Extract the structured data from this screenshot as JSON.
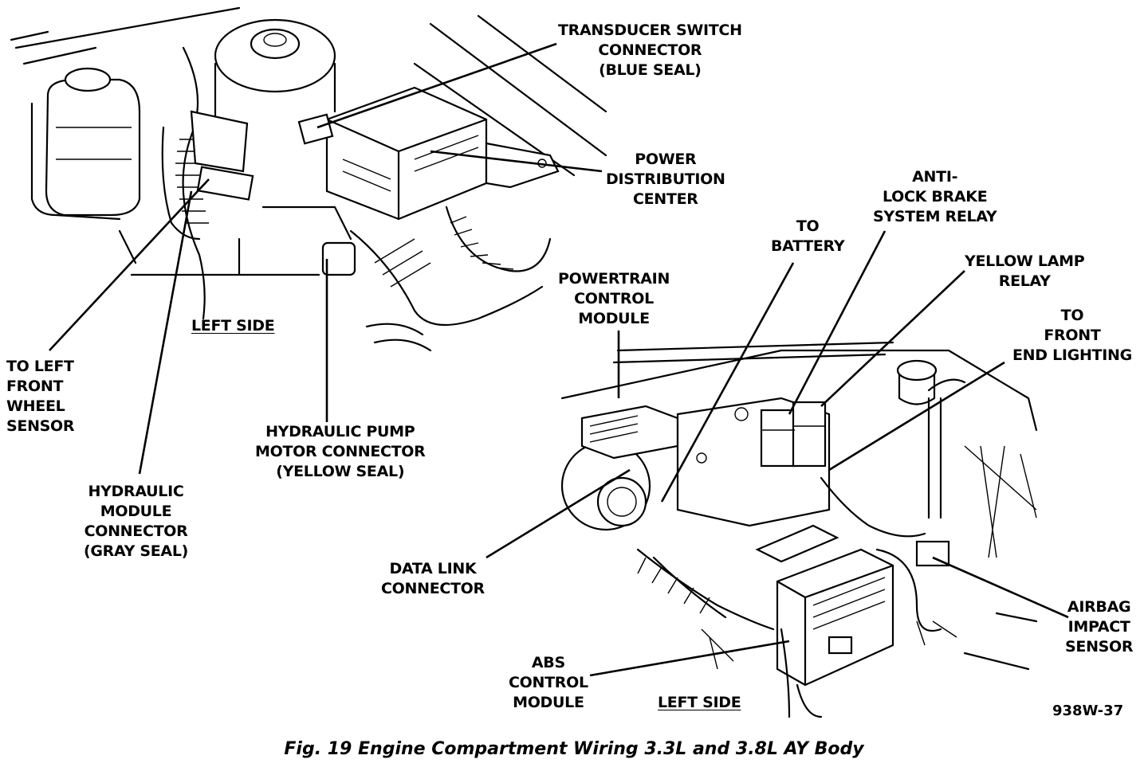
{
  "figure": {
    "caption": "Fig. 19 Engine Compartment Wiring 3.3L and 3.8L AY Body",
    "code": "938W-37"
  },
  "labels": {
    "transducer_switch_connector": "TRANSDUCER SWITCH\nCONNECTOR\n(BLUE SEAL)",
    "power_distribution_center": "POWER\nDISTRIBUTION\nCENTER",
    "anti_lock_brake_relay": "ANTI-\nLOCK BRAKE\nSYSTEM RELAY",
    "to_battery": "TO\nBATTERY",
    "yellow_lamp_relay": "YELLOW LAMP\nRELAY",
    "powertrain_control_module": "POWERTRAIN\nCONTROL\nMODULE",
    "to_front_end_lighting": "TO\nFRONT\nEND LIGHTING",
    "left_side_top": "LEFT SIDE",
    "to_left_front_wheel_sensor": "TO LEFT\nFRONT\nWHEEL\nSENSOR",
    "hydraulic_pump_motor_connector": "HYDRAULIC PUMP\nMOTOR CONNECTOR\n(YELLOW SEAL)",
    "hydraulic_module_connector": "HYDRAULIC\nMODULE\nCONNECTOR\n(GRAY SEAL)",
    "data_link_connector": "DATA LINK\nCONNECTOR",
    "abs_control_module": "ABS\nCONTROL\nMODULE",
    "left_side_bottom": "LEFT SIDE",
    "airbag_impact_sensor": "AIRBAG\nIMPACT\nSENSOR"
  }
}
